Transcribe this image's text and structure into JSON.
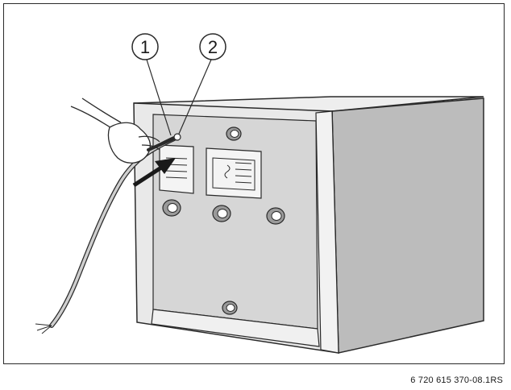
{
  "figure": {
    "callouts": [
      {
        "label": "1"
      },
      {
        "label": "2"
      }
    ],
    "reference_code": "6 720 615 370-08.1RS"
  },
  "colors": {
    "outline": "#2a2a2a",
    "front_panel": "#d6d6d6",
    "side_panel": "#bcbcbc",
    "frame_strip": "#e9e9e9",
    "plate": "#f4f4f4"
  },
  "icons": {
    "hand": "hand-holding-hose-icon",
    "arrow": "pointing-arrow-icon"
  }
}
